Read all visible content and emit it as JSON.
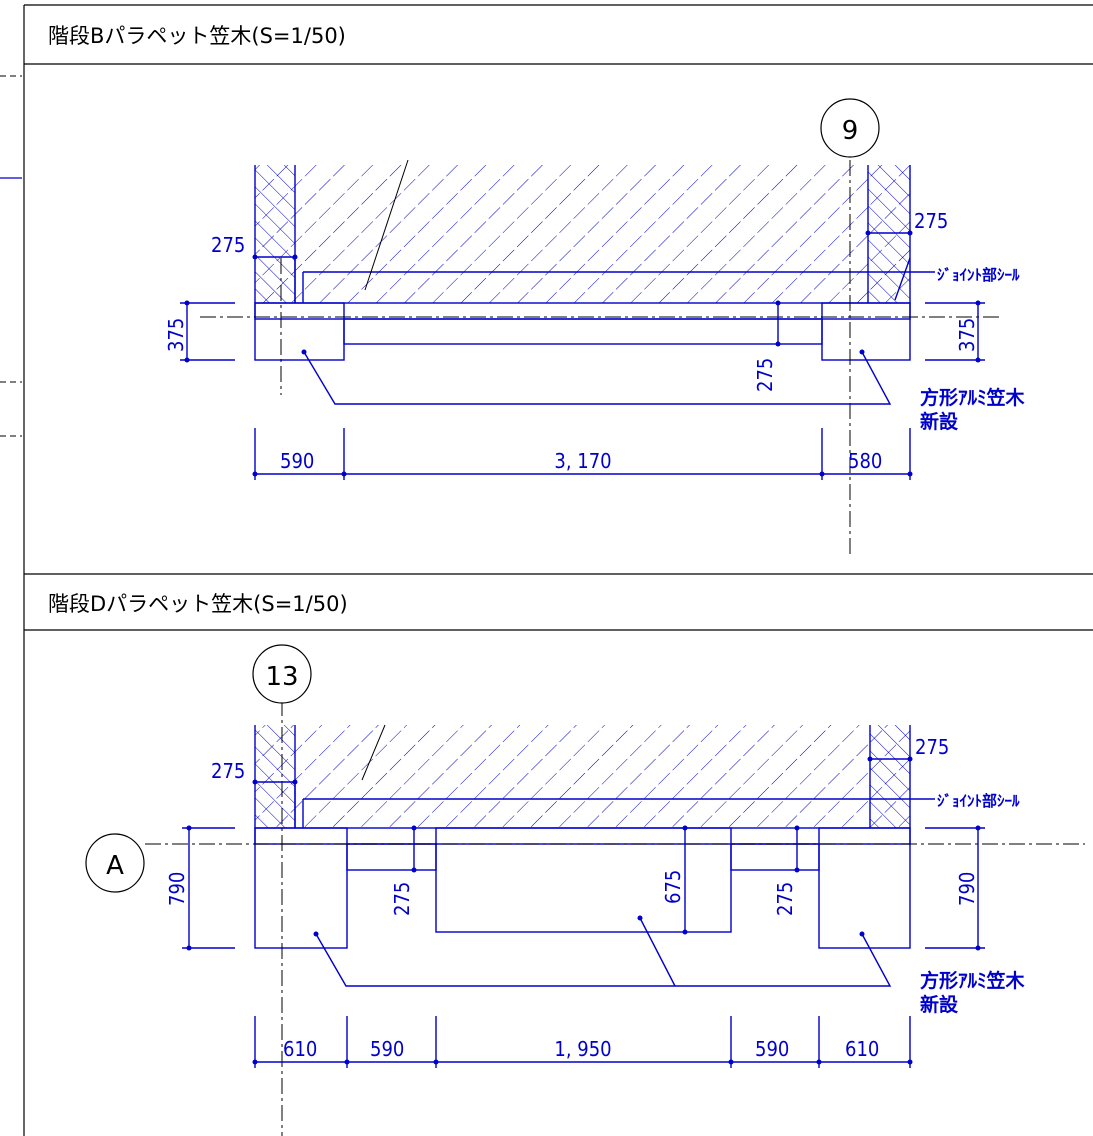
{
  "panel_b": {
    "title": "階段Bパラペット笠木(S=1/50)",
    "grid_label": "9",
    "dims": {
      "left_wall": "275",
      "right_wall": "275",
      "height_left": "375",
      "height_right": "375",
      "mid_thickness": "275",
      "bottom_left": "590",
      "bottom_mid": "3, 170",
      "bottom_right": "580"
    },
    "notes": {
      "joint": "ｼﾞｮｲﾝﾄ部ｼｰﾙ",
      "coping_1": "方形ｱﾙﾐ笠木",
      "coping_2": "新設"
    }
  },
  "panel_d": {
    "title": "階段Dパラペット笠木(S=1/50)",
    "grid_label": "13",
    "axis_label": "A",
    "dims": {
      "left_wall": "275",
      "right_wall": "275",
      "height_left": "790",
      "height_right": "790",
      "thin_left": "275",
      "center": "675",
      "thin_right": "275",
      "b1": "610",
      "b2": "590",
      "b3": "1, 950",
      "b4": "590",
      "b5": "610"
    },
    "notes": {
      "joint": "ｼﾞｮｲﾝﾄ部ｼｰﾙ",
      "coping_1": "方形ｱﾙﾐ笠木",
      "coping_2": "新設"
    }
  },
  "colors": {
    "line": "#0000cc",
    "frame": "#000000"
  }
}
